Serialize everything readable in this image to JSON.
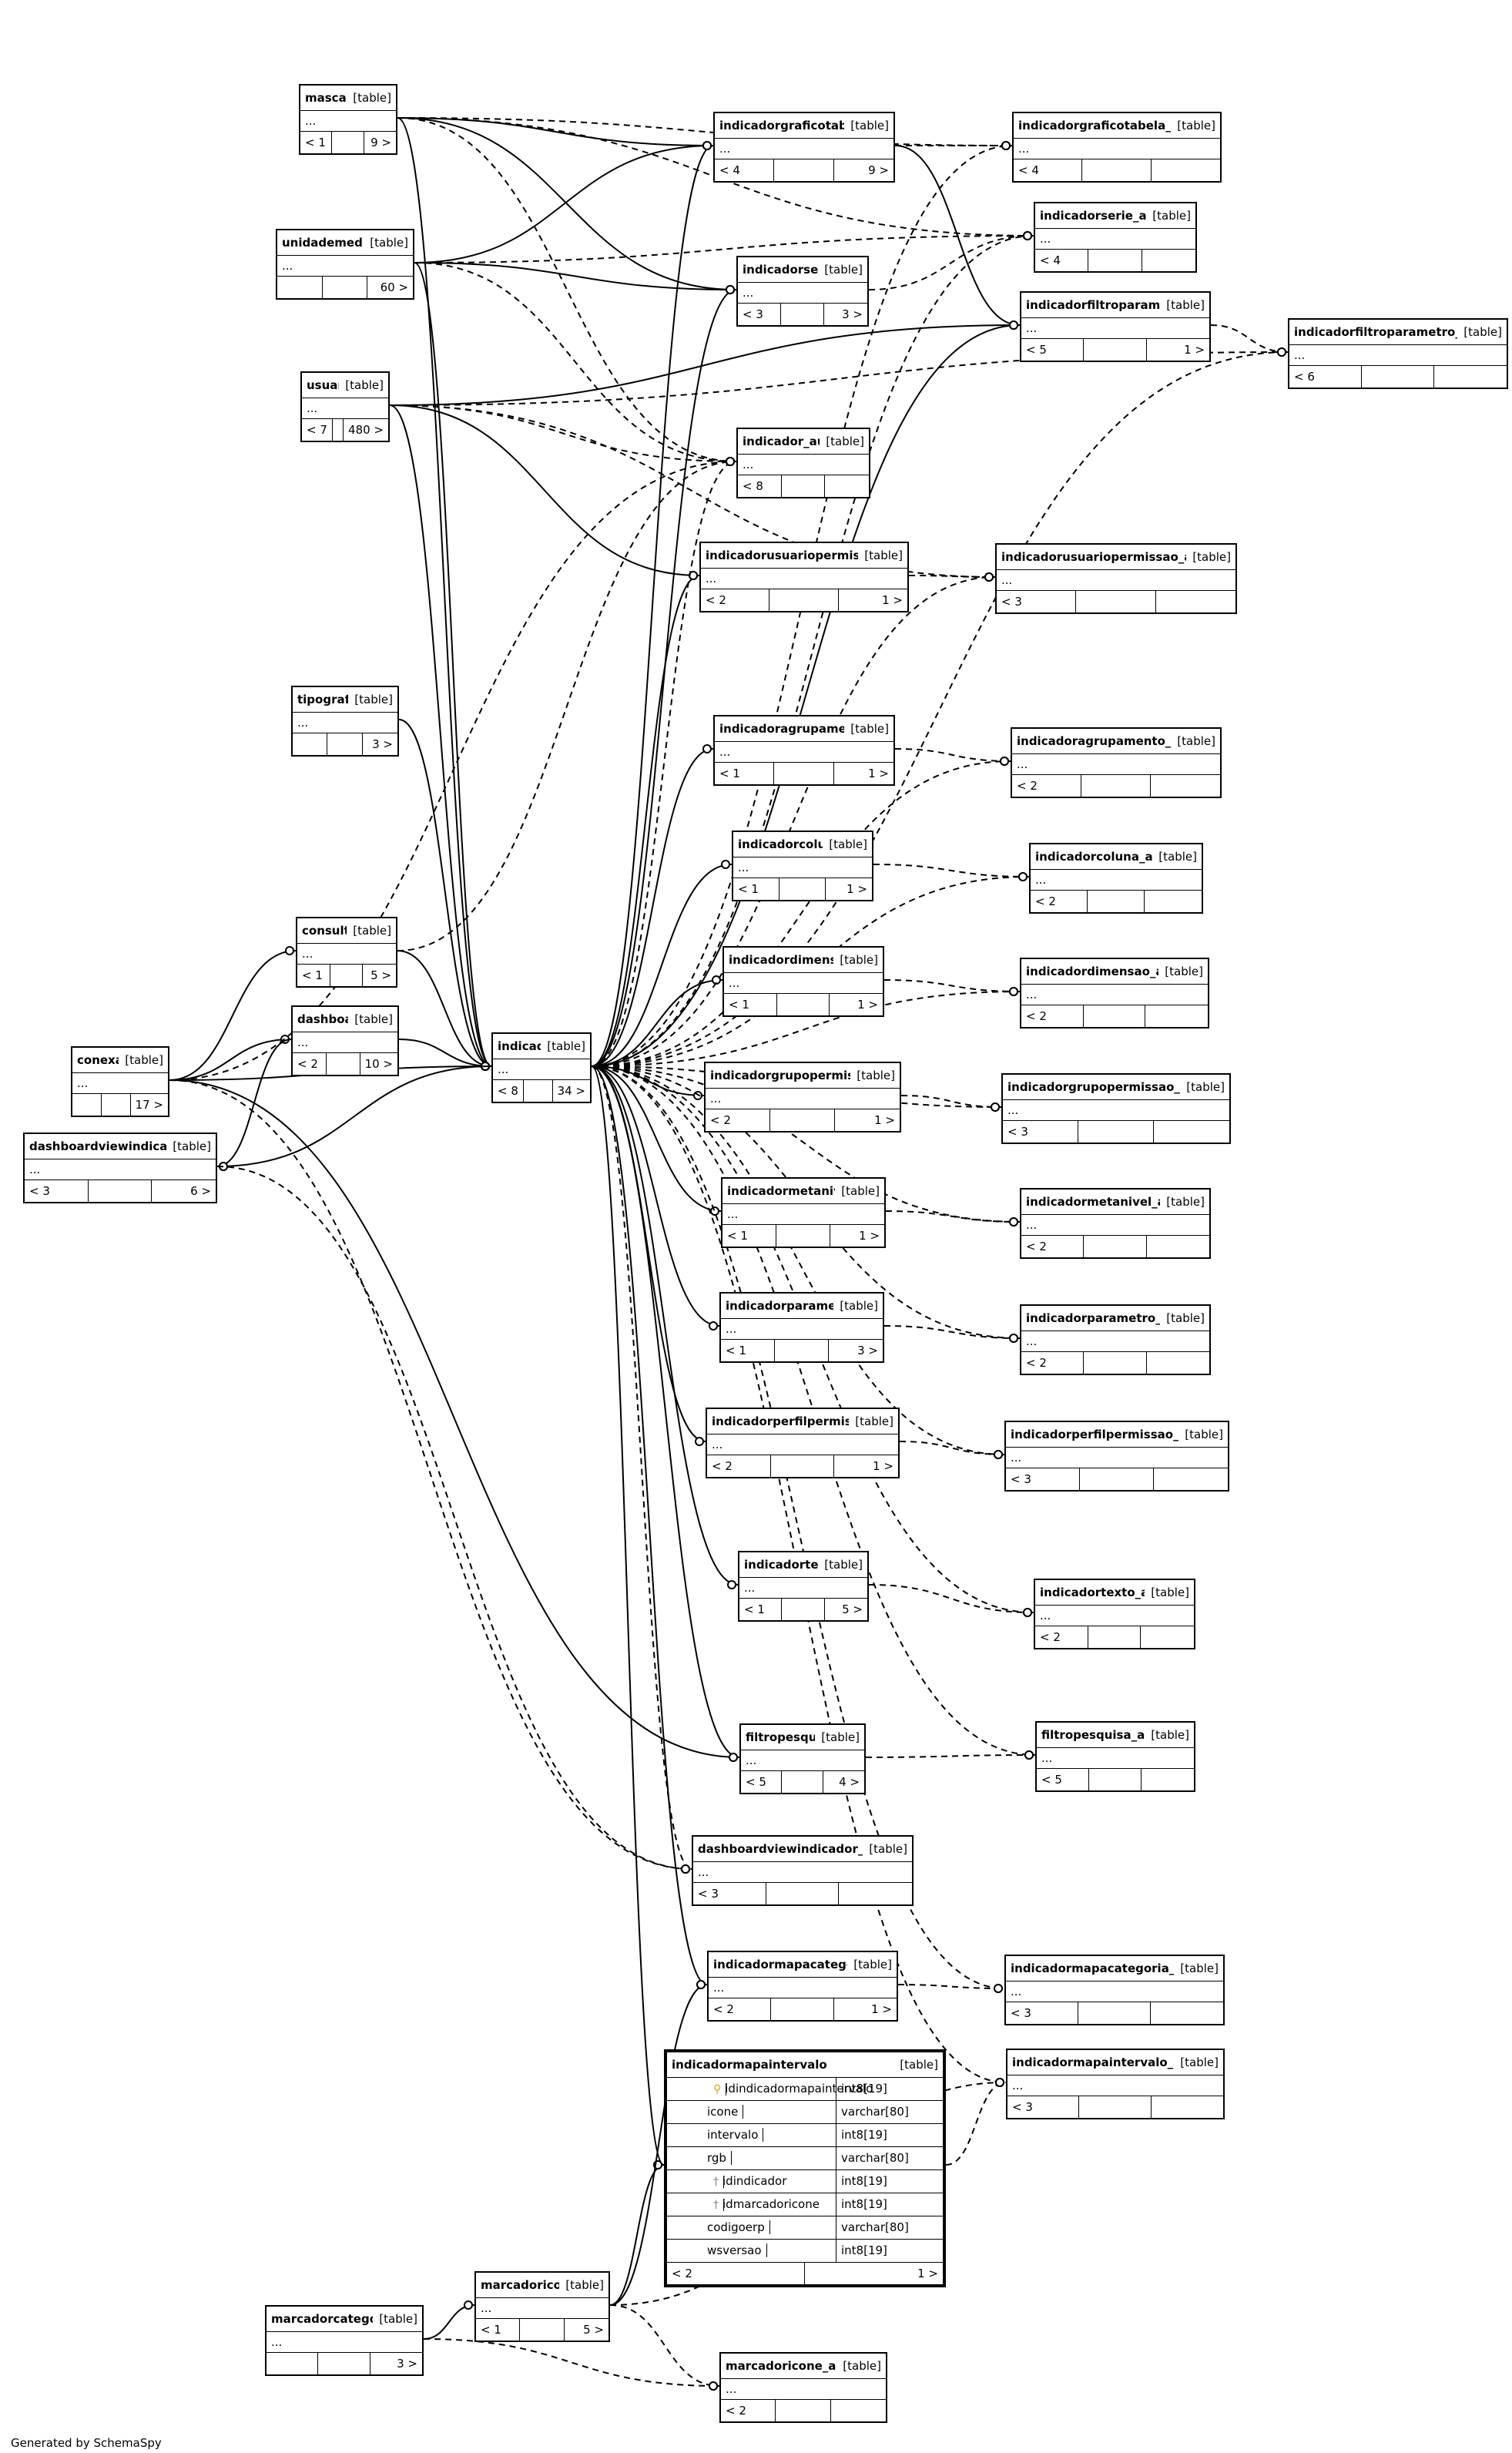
{
  "tables": [
    {
      "name": "mascara",
      "kind": "[table]",
      "dots": "...",
      "foot": [
        "< 1",
        "",
        "9 >"
      ]
    },
    {
      "name": "unidademedida",
      "kind": "[table]",
      "dots": "...",
      "foot": [
        "",
        "",
        "60 >"
      ]
    },
    {
      "name": "usuario",
      "kind": "[table]",
      "dots": "...",
      "foot": [
        "< 7",
        "",
        "480 >"
      ]
    },
    {
      "name": "tipografico",
      "kind": "[table]",
      "dots": "...",
      "foot": [
        "",
        "",
        "3 >"
      ]
    },
    {
      "name": "consulta",
      "kind": "[table]",
      "dots": "...",
      "foot": [
        "< 1",
        "",
        "5 >"
      ]
    },
    {
      "name": "dashboard",
      "kind": "[table]",
      "dots": "...",
      "foot": [
        "< 2",
        "",
        "10 >"
      ]
    },
    {
      "name": "conexao",
      "kind": "[table]",
      "dots": "...",
      "foot": [
        "",
        "",
        "17 >"
      ]
    },
    {
      "name": "dashboardviewindicador",
      "kind": "[table]",
      "dots": "...",
      "foot": [
        "< 3",
        "",
        "6 >"
      ]
    },
    {
      "name": "indicador",
      "kind": "[table]",
      "dots": "...",
      "foot": [
        "< 8",
        "",
        "34 >"
      ]
    },
    {
      "name": "indicadorgraficotabela",
      "kind": "[table]",
      "dots": "...",
      "foot": [
        "< 4",
        "",
        "9 >"
      ]
    },
    {
      "name": "indicadorserie",
      "kind": "[table]",
      "dots": "...",
      "foot": [
        "< 3",
        "",
        "3 >"
      ]
    },
    {
      "name": "indicador_aud",
      "kind": "[table]",
      "dots": "...",
      "foot": [
        "< 8",
        "",
        ""
      ]
    },
    {
      "name": "indicadorusuariopermissao",
      "kind": "[table]",
      "dots": "...",
      "foot": [
        "< 2",
        "",
        "1 >"
      ]
    },
    {
      "name": "indicadoragrupamento",
      "kind": "[table]",
      "dots": "...",
      "foot": [
        "< 1",
        "",
        "1 >"
      ]
    },
    {
      "name": "indicadorcoluna",
      "kind": "[table]",
      "dots": "...",
      "foot": [
        "< 1",
        "",
        "1 >"
      ]
    },
    {
      "name": "indicadordimensao",
      "kind": "[table]",
      "dots": "...",
      "foot": [
        "< 1",
        "",
        "1 >"
      ]
    },
    {
      "name": "indicadorgrupopermissao",
      "kind": "[table]",
      "dots": "...",
      "foot": [
        "< 2",
        "",
        "1 >"
      ]
    },
    {
      "name": "indicadormetanivel",
      "kind": "[table]",
      "dots": "...",
      "foot": [
        "< 1",
        "",
        "1 >"
      ]
    },
    {
      "name": "indicadorparametro",
      "kind": "[table]",
      "dots": "...",
      "foot": [
        "< 1",
        "",
        "3 >"
      ]
    },
    {
      "name": "indicadorperfilpermissao",
      "kind": "[table]",
      "dots": "...",
      "foot": [
        "< 2",
        "",
        "1 >"
      ]
    },
    {
      "name": "indicadortexto",
      "kind": "[table]",
      "dots": "...",
      "foot": [
        "< 1",
        "",
        "5 >"
      ]
    },
    {
      "name": "filtropesquisa",
      "kind": "[table]",
      "dots": "...",
      "foot": [
        "< 5",
        "",
        "4 >"
      ]
    },
    {
      "name": "dashboardviewindicador_aud",
      "kind": "[table]",
      "dots": "...",
      "foot": [
        "< 3",
        "",
        ""
      ]
    },
    {
      "name": "indicadormapacategoria",
      "kind": "[table]",
      "dots": "...",
      "foot": [
        "< 2",
        "",
        "1 >"
      ]
    },
    {
      "name": "marcadoricone",
      "kind": "[table]",
      "dots": "...",
      "foot": [
        "< 1",
        "",
        "5 >"
      ]
    },
    {
      "name": "marcadorcategoria",
      "kind": "[table]",
      "dots": "...",
      "foot": [
        "",
        "",
        "3 >"
      ]
    },
    {
      "name": "marcadoricone_aud",
      "kind": "[table]",
      "dots": "...",
      "foot": [
        "< 2",
        "",
        ""
      ]
    },
    {
      "name": "indicadorgraficotabela_aud",
      "kind": "[table]",
      "dots": "...",
      "foot": [
        "< 4",
        "",
        ""
      ]
    },
    {
      "name": "indicadorserie_aud",
      "kind": "[table]",
      "dots": "...",
      "foot": [
        "< 4",
        "",
        ""
      ]
    },
    {
      "name": "indicadorfiltroparametro",
      "kind": "[table]",
      "dots": "...",
      "foot": [
        "< 5",
        "",
        "1 >"
      ]
    },
    {
      "name": "indicadorfiltroparametro_aud",
      "kind": "[table]",
      "dots": "...",
      "foot": [
        "< 6",
        "",
        ""
      ]
    },
    {
      "name": "indicadorusuariopermissao_aud",
      "kind": "[table]",
      "dots": "...",
      "foot": [
        "< 3",
        "",
        ""
      ]
    },
    {
      "name": "indicadoragrupamento_aud",
      "kind": "[table]",
      "dots": "...",
      "foot": [
        "< 2",
        "",
        ""
      ]
    },
    {
      "name": "indicadorcoluna_aud",
      "kind": "[table]",
      "dots": "...",
      "foot": [
        "< 2",
        "",
        ""
      ]
    },
    {
      "name": "indicadordimensao_aud",
      "kind": "[table]",
      "dots": "...",
      "foot": [
        "< 2",
        "",
        ""
      ]
    },
    {
      "name": "indicadorgrupopermissao_aud",
      "kind": "[table]",
      "dots": "...",
      "foot": [
        "< 3",
        "",
        ""
      ]
    },
    {
      "name": "indicadormetanivel_aud",
      "kind": "[table]",
      "dots": "...",
      "foot": [
        "< 2",
        "",
        ""
      ]
    },
    {
      "name": "indicadorparametro_aud",
      "kind": "[table]",
      "dots": "...",
      "foot": [
        "< 2",
        "",
        ""
      ]
    },
    {
      "name": "indicadorperfilpermissao_aud",
      "kind": "[table]",
      "dots": "...",
      "foot": [
        "< 3",
        "",
        ""
      ]
    },
    {
      "name": "indicadortexto_aud",
      "kind": "[table]",
      "dots": "...",
      "foot": [
        "< 2",
        "",
        ""
      ]
    },
    {
      "name": "filtropesquisa_aud",
      "kind": "[table]",
      "dots": "...",
      "foot": [
        "< 5",
        "",
        ""
      ]
    },
    {
      "name": "indicadormapacategoria_aud",
      "kind": "[table]",
      "dots": "...",
      "foot": [
        "< 3",
        "",
        ""
      ]
    },
    {
      "name": "indicadormapaintervalo_aud",
      "kind": "[table]",
      "dots": "...",
      "foot": [
        "< 3",
        "",
        ""
      ]
    }
  ],
  "focus_table": {
    "name": "indicadormapaintervalo",
    "kind": "[table]",
    "columns": [
      {
        "name": "idindicadormapaintervalo",
        "type": "int8[19]",
        "key": "pk"
      },
      {
        "name": "icone",
        "type": "varchar[80]",
        "key": ""
      },
      {
        "name": "intervalo",
        "type": "int8[19]",
        "key": ""
      },
      {
        "name": "rgb",
        "type": "varchar[80]",
        "key": ""
      },
      {
        "name": "idindicador",
        "type": "int8[19]",
        "key": "fk"
      },
      {
        "name": "idmarcadoricone",
        "type": "int8[19]",
        "key": "fk"
      },
      {
        "name": "codigoerp",
        "type": "varchar[80]",
        "key": ""
      },
      {
        "name": "wsversao",
        "type": "int8[19]",
        "key": ""
      }
    ],
    "foot": [
      "< 2",
      "1 >"
    ]
  },
  "key_icons": {
    "pk": "key-icon",
    "fk": "foreign-key-icon"
  },
  "colors": {
    "line": "#000000",
    "background": "#ffffff",
    "pk_key": "#d4a400",
    "fk_key": "#888888"
  },
  "relationships": [
    {
      "from": "mascara",
      "to": "indicadorgraficotabela",
      "style": "solid"
    },
    {
      "from": "mascara",
      "to": "indicadorserie",
      "style": "solid"
    },
    {
      "from": "mascara",
      "to": "indicador",
      "style": "solid"
    },
    {
      "from": "mascara",
      "to": "indicadorgraficotabela_aud",
      "style": "dashed"
    },
    {
      "from": "mascara",
      "to": "indicadorserie_aud",
      "style": "dashed"
    },
    {
      "from": "mascara",
      "to": "indicador_aud",
      "style": "dashed"
    },
    {
      "from": "unidademedida",
      "to": "indicadorgraficotabela",
      "style": "solid"
    },
    {
      "from": "unidademedida",
      "to": "indicadorserie",
      "style": "solid"
    },
    {
      "from": "unidademedida",
      "to": "indicador",
      "style": "solid"
    },
    {
      "from": "unidademedida",
      "to": "indicadorserie_aud",
      "style": "dashed"
    },
    {
      "from": "unidademedida",
      "to": "indicador_aud",
      "style": "dashed"
    },
    {
      "from": "usuario",
      "to": "indicadorfiltroparametro",
      "style": "solid"
    },
    {
      "from": "usuario",
      "to": "indicadorusuariopermissao",
      "style": "solid"
    },
    {
      "from": "usuario",
      "to": "indicador",
      "style": "solid"
    },
    {
      "from": "usuario",
      "to": "indicadorfiltroparametro_aud",
      "style": "dashed"
    },
    {
      "from": "usuario",
      "to": "indicador_aud",
      "style": "dashed"
    },
    {
      "from": "usuario",
      "to": "indicadorusuariopermissao_aud",
      "style": "dashed"
    },
    {
      "from": "tipografico",
      "to": "indicador",
      "style": "solid"
    },
    {
      "from": "consulta",
      "to": "indicador",
      "style": "solid"
    },
    {
      "from": "consulta",
      "to": "indicador_aud",
      "style": "dashed"
    },
    {
      "from": "dashboard",
      "to": "indicador",
      "style": "solid"
    },
    {
      "from": "conexao",
      "to": "consulta",
      "style": "solid"
    },
    {
      "from": "conexao",
      "to": "dashboard",
      "style": "solid"
    },
    {
      "from": "conexao",
      "to": "indicador",
      "style": "solid"
    },
    {
      "from": "conexao",
      "to": "filtropesquisa",
      "style": "solid"
    },
    {
      "from": "conexao",
      "to": "indicador_aud",
      "style": "dashed"
    },
    {
      "from": "conexao",
      "to": "dashboardviewindicador_aud",
      "style": "dashed"
    },
    {
      "from": "dashboard",
      "to": "dashboardviewindicador",
      "style": "solid"
    },
    {
      "from": "indicador",
      "to": "dashboardviewindicador",
      "style": "solid"
    },
    {
      "from": "indicador",
      "to": "indicadorgraficotabela",
      "style": "solid"
    },
    {
      "from": "indicador",
      "to": "indicadorserie",
      "style": "solid"
    },
    {
      "from": "indicador",
      "to": "indicadorfiltroparametro",
      "style": "solid"
    },
    {
      "from": "indicador",
      "to": "indicadorusuariopermissao",
      "style": "solid"
    },
    {
      "from": "indicador",
      "to": "indicadoragrupamento",
      "style": "solid"
    },
    {
      "from": "indicador",
      "to": "indicadorcoluna",
      "style": "solid"
    },
    {
      "from": "indicador",
      "to": "indicadordimensao",
      "style": "solid"
    },
    {
      "from": "indicador",
      "to": "indicadorgrupopermissao",
      "style": "solid"
    },
    {
      "from": "indicador",
      "to": "indicadormetanivel",
      "style": "solid"
    },
    {
      "from": "indicador",
      "to": "indicadorparametro",
      "style": "solid"
    },
    {
      "from": "indicador",
      "to": "indicadorperfilpermissao",
      "style": "solid"
    },
    {
      "from": "indicador",
      "to": "indicadortexto",
      "style": "solid"
    },
    {
      "from": "indicador",
      "to": "filtropesquisa",
      "style": "solid"
    },
    {
      "from": "indicador",
      "to": "indicadormapacategoria",
      "style": "solid"
    },
    {
      "from": "indicador",
      "to": "indicadormapaintervalo",
      "style": "solid"
    },
    {
      "from": "indicador",
      "to": "indicador_aud",
      "style": "dashed"
    },
    {
      "from": "indicador",
      "to": "indicadorgraficotabela_aud",
      "style": "dashed"
    },
    {
      "from": "indicador",
      "to": "indicadorserie_aud",
      "style": "dashed"
    },
    {
      "from": "indicador",
      "to": "indicadorfiltroparametro_aud",
      "style": "dashed"
    },
    {
      "from": "indicador",
      "to": "indicadorusuariopermissao_aud",
      "style": "dashed"
    },
    {
      "from": "indicador",
      "to": "indicadoragrupamento_aud",
      "style": "dashed"
    },
    {
      "from": "indicador",
      "to": "indicadorcoluna_aud",
      "style": "dashed"
    },
    {
      "from": "indicador",
      "to": "indicadordimensao_aud",
      "style": "dashed"
    },
    {
      "from": "indicador",
      "to": "indicadorgrupopermissao_aud",
      "style": "dashed"
    },
    {
      "from": "indicador",
      "to": "indicadormetanivel_aud",
      "style": "dashed"
    },
    {
      "from": "indicador",
      "to": "indicadorparametro_aud",
      "style": "dashed"
    },
    {
      "from": "indicador",
      "to": "indicadorperfilpermissao_aud",
      "style": "dashed"
    },
    {
      "from": "indicador",
      "to": "indicadortexto_aud",
      "style": "dashed"
    },
    {
      "from": "indicador",
      "to": "filtropesquisa_aud",
      "style": "dashed"
    },
    {
      "from": "indicador",
      "to": "dashboardviewindicador_aud",
      "style": "dashed"
    },
    {
      "from": "indicador",
      "to": "indicadormapacategoria_aud",
      "style": "dashed"
    },
    {
      "from": "indicador",
      "to": "indicadormapaintervalo_aud",
      "style": "dashed"
    },
    {
      "from": "indicadorgraficotabela",
      "to": "indicadorgraficotabela_aud",
      "style": "dashed"
    },
    {
      "from": "indicadorgraficotabela",
      "to": "indicadorfiltroparametro",
      "style": "solid"
    },
    {
      "from": "indicadorserie",
      "to": "indicadorserie_aud",
      "style": "dashed"
    },
    {
      "from": "indicadorfiltroparametro",
      "to": "indicadorfiltroparametro_aud",
      "style": "dashed"
    },
    {
      "from": "indicadorusuariopermissao",
      "to": "indicadorusuariopermissao_aud",
      "style": "dashed"
    },
    {
      "from": "indicadoragrupamento",
      "to": "indicadoragrupamento_aud",
      "style": "dashed"
    },
    {
      "from": "indicadorcoluna",
      "to": "indicadorcoluna_aud",
      "style": "dashed"
    },
    {
      "from": "indicadordimensao",
      "to": "indicadordimensao_aud",
      "style": "dashed"
    },
    {
      "from": "indicadorgrupopermissao",
      "to": "indicadorgrupopermissao_aud",
      "style": "dashed"
    },
    {
      "from": "indicadormetanivel",
      "to": "indicadormetanivel_aud",
      "style": "dashed"
    },
    {
      "from": "indicadorparametro",
      "to": "indicadorparametro_aud",
      "style": "dashed"
    },
    {
      "from": "indicadorperfilpermissao",
      "to": "indicadorperfilpermissao_aud",
      "style": "dashed"
    },
    {
      "from": "indicadortexto",
      "to": "indicadortexto_aud",
      "style": "dashed"
    },
    {
      "from": "filtropesquisa",
      "to": "filtropesquisa_aud",
      "style": "dashed"
    },
    {
      "from": "indicadormapacategoria",
      "to": "indicadormapacategoria_aud",
      "style": "dashed"
    },
    {
      "from": "indicadormapaintervalo",
      "to": "indicadormapaintervalo_aud",
      "style": "dashed"
    },
    {
      "from": "marcadoricone",
      "to": "indicadormapaintervalo",
      "style": "solid"
    },
    {
      "from": "marcadoricone",
      "to": "indicadormapacategoria",
      "style": "solid"
    },
    {
      "from": "marcadoricone",
      "to": "marcadoricone_aud",
      "style": "dashed"
    },
    {
      "from": "marcadoricone",
      "to": "indicadormapaintervalo_aud",
      "style": "dashed"
    },
    {
      "from": "marcadorcategoria",
      "to": "marcadoricone",
      "style": "solid"
    },
    {
      "from": "marcadorcategoria",
      "to": "marcadoricone_aud",
      "style": "dashed"
    },
    {
      "from": "dashboardviewindicador",
      "to": "dashboardviewindicador_aud",
      "style": "dashed"
    }
  ],
  "footer": "Generated by SchemaSpy"
}
